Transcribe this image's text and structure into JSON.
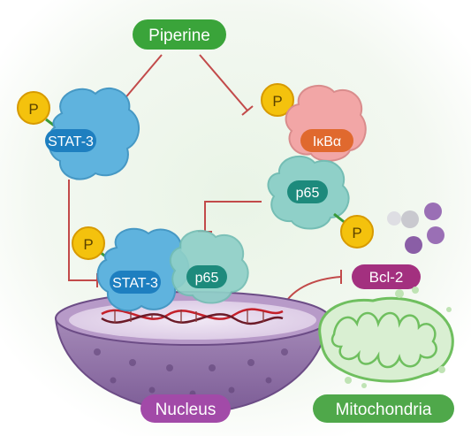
{
  "labels": {
    "piperine": "Piperine",
    "stat3_top": "STAT-3",
    "ikba": "IκBα",
    "p65_right": "p65",
    "stat3_bottom": "STAT-3",
    "p65_bottom": "p65",
    "bcl2": "Bcl-2",
    "nucleus": "Nucleus",
    "mitochondria": "Mitochondria",
    "phospho": "P"
  },
  "colors": {
    "piperine_pill": "#3aa43a",
    "stat3_blob": "#5fb3de",
    "stat3_tag": "#1e7fc0",
    "ikba_blob": "#f2a6a6",
    "ikba_tag": "#e0692e",
    "p65_blob": "#8fd0c8",
    "p65_tag": "#1d8a7c",
    "bcl2_tag": "#a3307f",
    "nucleus_pill": "#a24aa8",
    "mito_pill": "#4fa84a",
    "inhibit_line": "#c24a4a",
    "phospho_circle": "#f4c20d"
  }
}
